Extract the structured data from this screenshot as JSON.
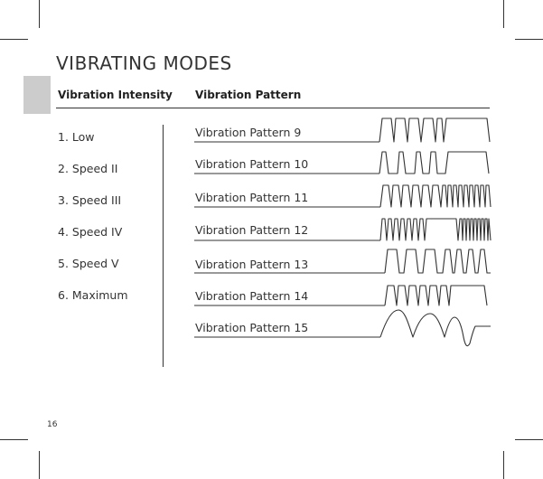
{
  "page": {
    "title": "VIBRATING MODES",
    "page_number": "16"
  },
  "columns": {
    "intensity_header": "Vibration Intensity",
    "pattern_header": "Vibration Pattern"
  },
  "intensities": [
    {
      "label": "1. Low"
    },
    {
      "label": "2. Speed II"
    },
    {
      "label": "3. Speed III"
    },
    {
      "label": "4. Speed IV"
    },
    {
      "label": "5. Speed V"
    },
    {
      "label": "6. Maximum"
    }
  ],
  "patterns": [
    {
      "label": "Vibration Pattern 9"
    },
    {
      "label": "Vibration Pattern 10"
    },
    {
      "label": "Vibration Pattern 11"
    },
    {
      "label": "Vibration Pattern 12"
    },
    {
      "label": "Vibration Pattern 13"
    },
    {
      "label": "Vibration Pattern 14"
    },
    {
      "label": "Vibration Pattern 15"
    }
  ],
  "colors": {
    "ink": "#333333",
    "tab_gray": "#cccccc"
  }
}
